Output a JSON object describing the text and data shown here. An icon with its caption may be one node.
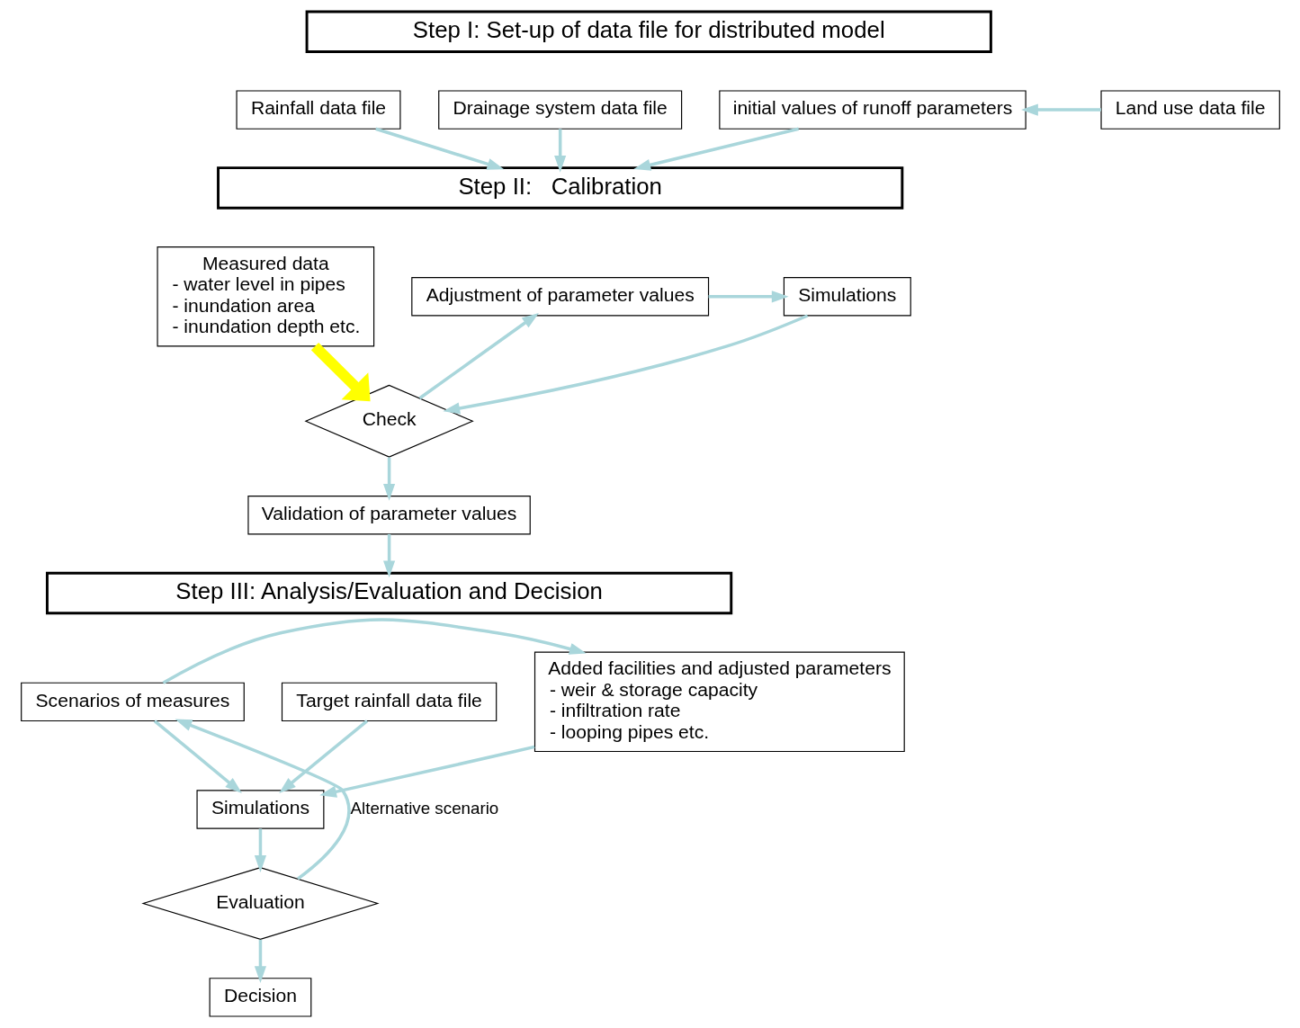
{
  "diagram": {
    "nodes": [
      {
        "text": [
          "Step I: Set-up of data file for distributed model"
        ]
      },
      {
        "text": [
          "Rainfall data file"
        ]
      },
      {
        "text": [
          "Drainage system data file"
        ]
      },
      {
        "text": [
          "initial values of runoff parameters"
        ]
      },
      {
        "text": [
          "Land use data file"
        ]
      },
      {
        "text": [
          "Step II:   Calibration"
        ]
      },
      {
        "text": [
          "Measured data",
          "- water level in pipes",
          "- inundation area",
          "- inundation depth etc."
        ]
      },
      {
        "text": [
          "Simulations"
        ]
      },
      {
        "text": [
          "Adjustment of parameter values"
        ]
      },
      {
        "text": [
          "Check"
        ]
      },
      {
        "text": [
          "Validation of parameter values"
        ]
      },
      {
        "text": [
          "Step III: Analysis/Evaluation and Decision"
        ]
      },
      {
        "text": [
          "Scenarios of measures"
        ]
      },
      {
        "text": [
          "Target rainfall data file"
        ]
      },
      {
        "text": [
          "Simulations"
        ]
      },
      {
        "text": [
          "Added facilities and adjusted parameters",
          "- weir & storage capacity",
          "- infiltration rate",
          "- looping pipes etc."
        ]
      },
      {
        "text": [
          "Evaluation"
        ]
      },
      {
        "text": [
          "Decision"
        ]
      }
    ],
    "edges": [
      {
        "from": 1,
        "to": 5,
        "arrow": "to"
      },
      {
        "from": 2,
        "to": 5,
        "arrow": "to"
      },
      {
        "from": 3,
        "to": 5,
        "arrow": "to"
      },
      {
        "from": 4,
        "to": 3,
        "arrow": "to"
      },
      {
        "from": 6,
        "to": 9,
        "arrow": "to",
        "style": "thick",
        "color": "#ffff00"
      },
      {
        "from": 7,
        "to": 9,
        "arrow": "to"
      },
      {
        "from": 9,
        "to": 8,
        "arrow": "to"
      },
      {
        "from": 8,
        "to": 7,
        "arrow": "to"
      },
      {
        "from": 9,
        "to": 10,
        "arrow": "to"
      },
      {
        "from": 10,
        "to": 11,
        "arrow": "to"
      },
      {
        "from": 12,
        "to": 14,
        "arrow": "to"
      },
      {
        "from": 12,
        "to": 15,
        "arrow": "to"
      },
      {
        "from": 13,
        "to": 14,
        "arrow": "to"
      },
      {
        "from": 15,
        "to": 14,
        "arrow": "to"
      },
      {
        "from": 14,
        "to": 16,
        "arrow": "to"
      },
      {
        "from": 16,
        "to": 12,
        "arrow": "to",
        "label": "Alternative scenario"
      },
      {
        "from": 16,
        "to": 17,
        "arrow": "to"
      }
    ]
  }
}
